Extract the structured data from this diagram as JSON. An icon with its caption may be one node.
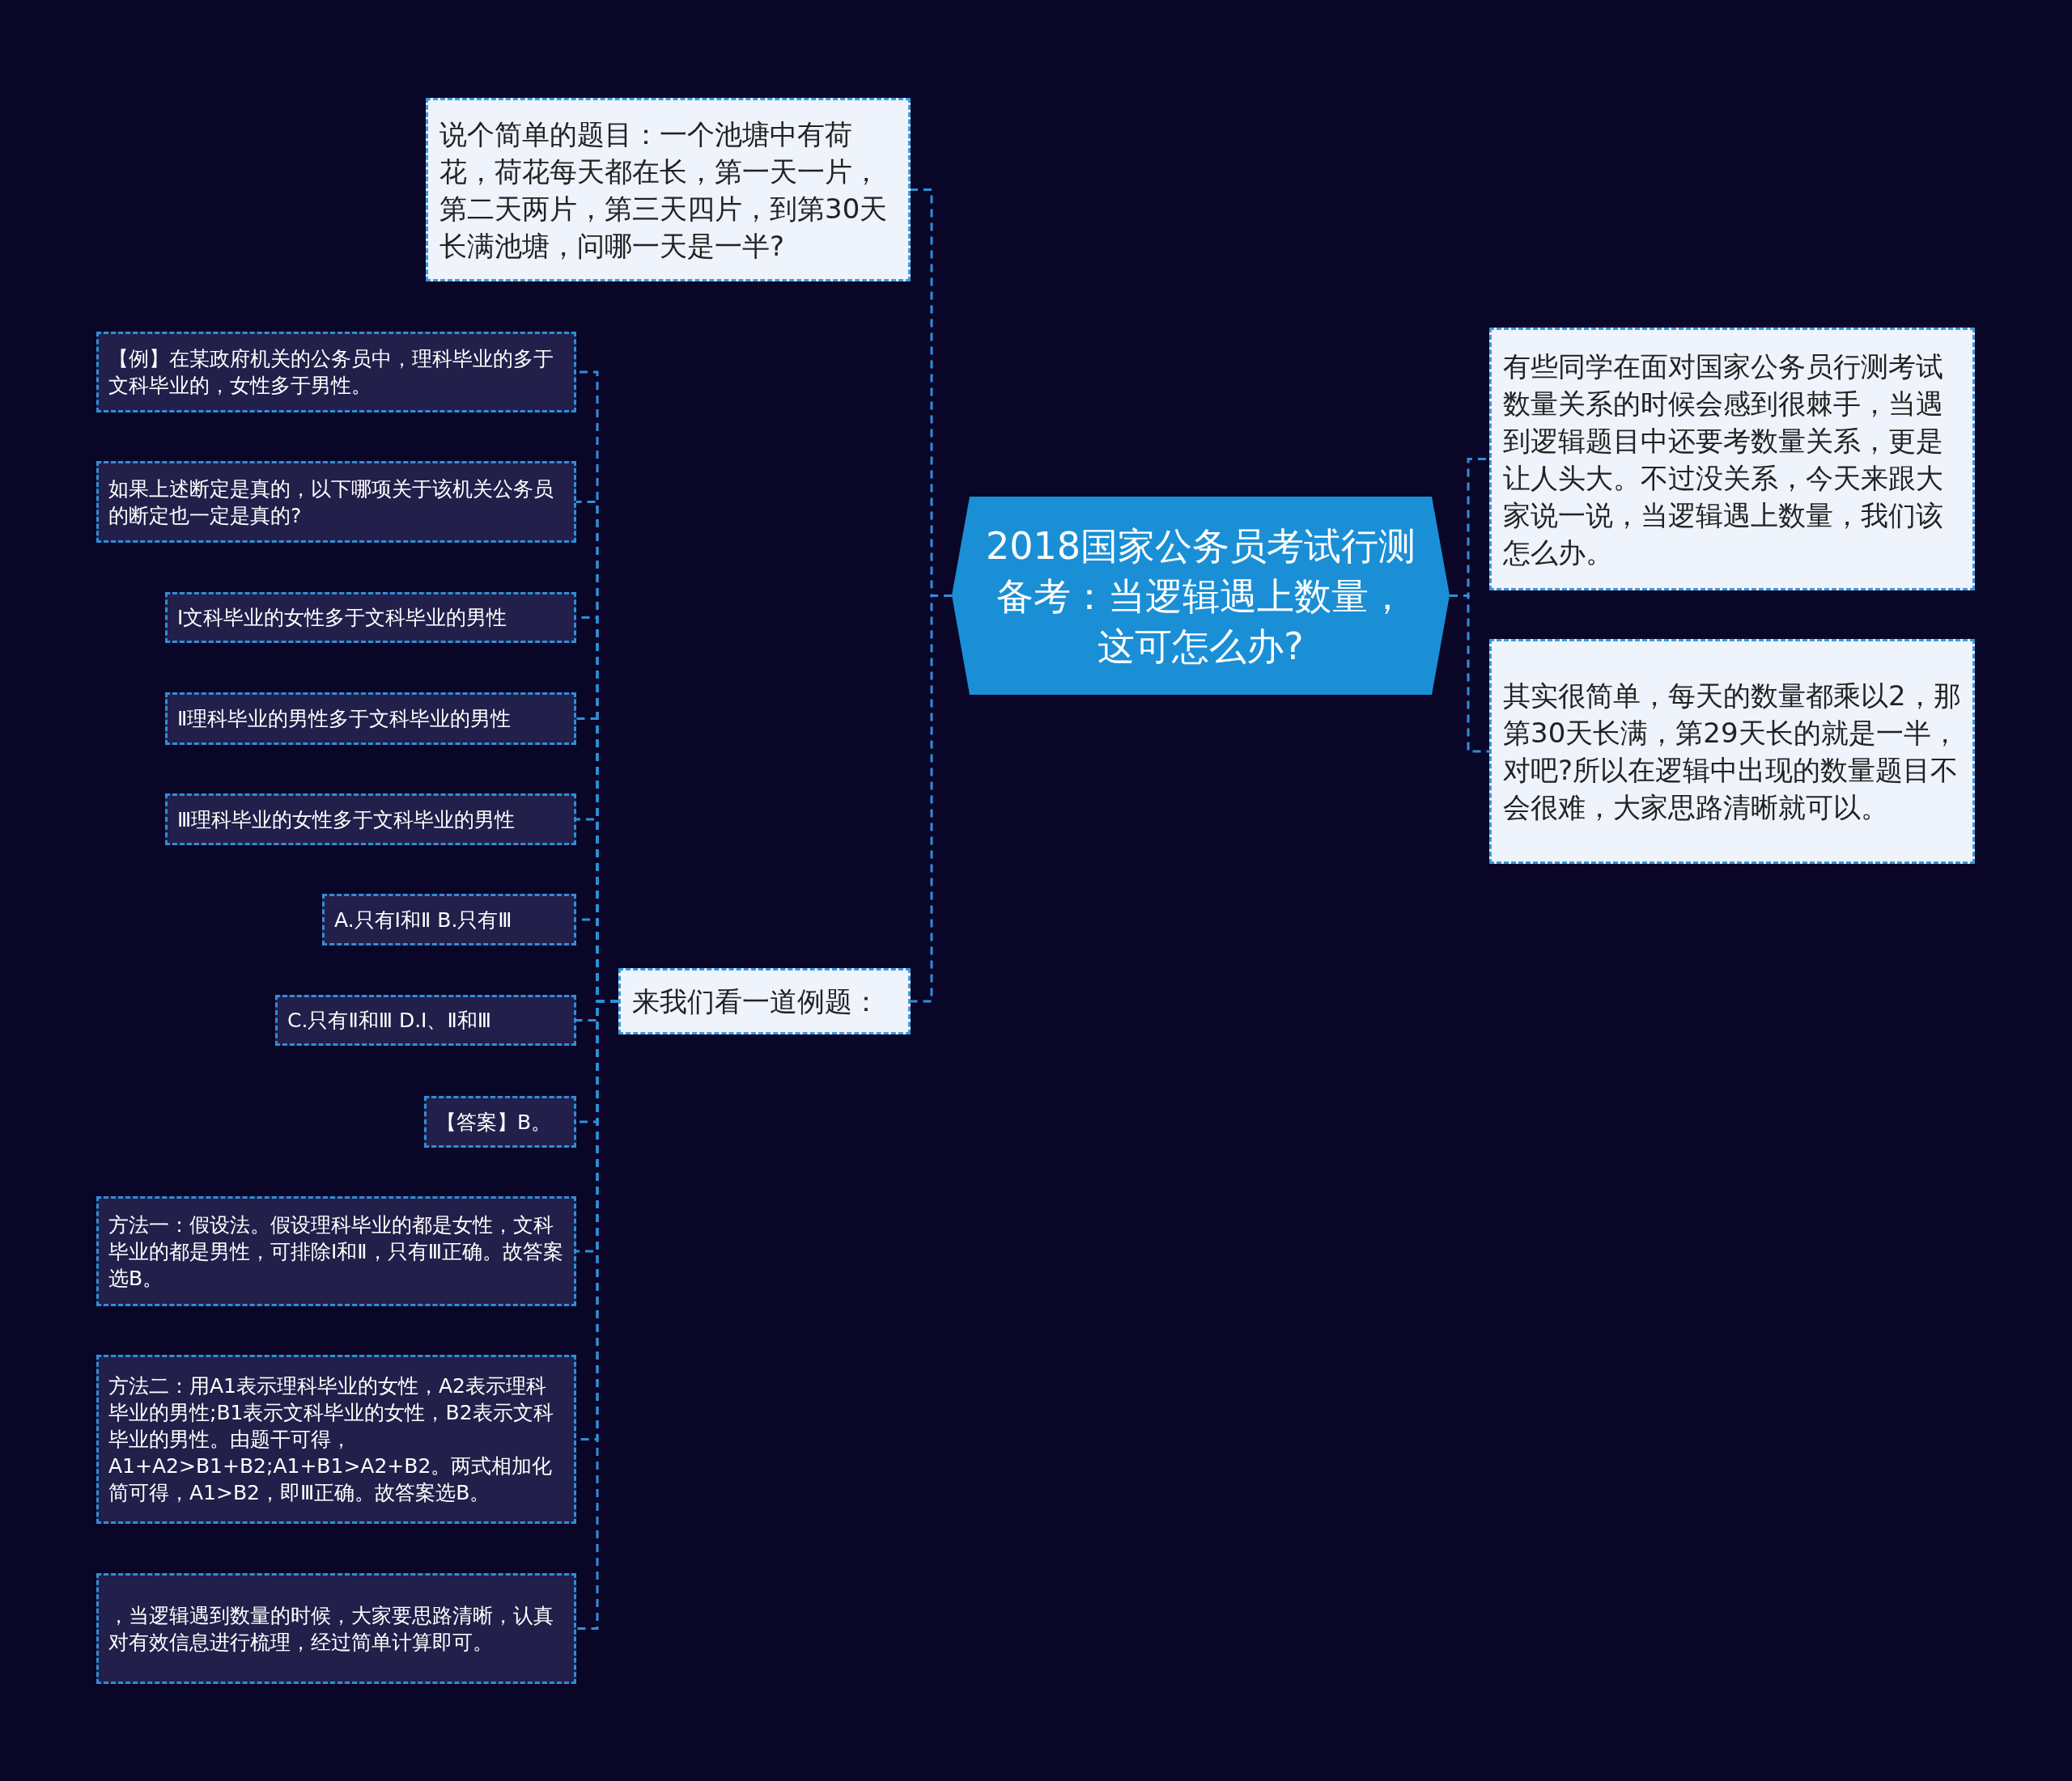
{
  "diagram": {
    "nodes": [
      {
        "text": [
          "2018国家公务员考试行测备考：当逻辑遇上数量，这可怎么办?"
        ]
      },
      {
        "text": [
          "说个简单的题目：一个池塘中有荷花，荷花每天都在长，第一天一片，第二天两片，第三天四片，到第30天长满池塘，问哪一天是一半?"
        ]
      },
      {
        "text": [
          "来我们看一道例题："
        ]
      },
      {
        "text": [
          "【例】在某政府机关的公务员中，理科毕业的多于文科毕业的，女性多于男性。"
        ]
      },
      {
        "text": [
          "如果上述断定是真的，以下哪项关于该机关公务员的断定也一定是真的?"
        ]
      },
      {
        "text": [
          "Ⅰ文科毕业的女性多于文科毕业的男性"
        ]
      },
      {
        "text": [
          "Ⅱ理科毕业的男性多于文科毕业的男性"
        ]
      },
      {
        "text": [
          "Ⅲ理科毕业的女性多于文科毕业的男性"
        ]
      },
      {
        "text": [
          "A.只有Ⅰ和Ⅱ B.只有Ⅲ"
        ]
      },
      {
        "text": [
          "C.只有Ⅱ和Ⅲ D.Ⅰ、Ⅱ和Ⅲ"
        ]
      },
      {
        "text": [
          "【答案】B。"
        ]
      },
      {
        "text": [
          "方法一：假设法。假设理科毕业的都是女性，文科毕业的都是男性，可排除Ⅰ和Ⅱ，只有Ⅲ正确。故答案选B。"
        ]
      },
      {
        "text": [
          "方法二：用A1表示理科毕业的女性，A2表示理科毕业的男性;B1表示文科毕业的女性，B2表示文科毕业的男性。由题干可得，A1+A2>B1+B2;A1+B1>A2+B2。两式相加化简可得，A1>B2，即Ⅲ正确。故答案选B。"
        ]
      },
      {
        "text": [
          "，当逻辑遇到数量的时候，大家要思路清晰，认真对有效信息进行梳理，经过简单计算即可。"
        ]
      },
      {
        "text": [
          "有些同学在面对国家公务员行测考试数量关系的时候会感到很棘手，当遇到逻辑题目中还要考数量关系，更是让人头大。不过没关系，今天来跟大家说一说，当逻辑遇上数量，我们该怎么办。"
        ]
      },
      {
        "text": [
          "其实很简单，每天的数量都乘以2，那第30天长满，第29天长的就是一半，对吧?所以在逻辑中出现的数量题目不会很难，大家思路清晰就可以。"
        ]
      }
    ],
    "edges": [
      {
        "from": 0,
        "to": 1,
        "arrow": "none",
        "style": "dashed"
      },
      {
        "from": 0,
        "to": 2,
        "arrow": "none",
        "style": "dashed"
      },
      {
        "from": 2,
        "to": 3,
        "arrow": "none",
        "style": "dashed"
      },
      {
        "from": 2,
        "to": 4,
        "arrow": "none",
        "style": "dashed"
      },
      {
        "from": 2,
        "to": 5,
        "arrow": "none",
        "style": "dashed"
      },
      {
        "from": 2,
        "to": 6,
        "arrow": "none",
        "style": "dashed"
      },
      {
        "from": 2,
        "to": 7,
        "arrow": "none",
        "style": "dashed"
      },
      {
        "from": 2,
        "to": 8,
        "arrow": "none",
        "style": "dashed"
      },
      {
        "from": 2,
        "to": 9,
        "arrow": "none",
        "style": "dashed"
      },
      {
        "from": 2,
        "to": 10,
        "arrow": "none",
        "style": "dashed"
      },
      {
        "from": 2,
        "to": 11,
        "arrow": "none",
        "style": "dashed"
      },
      {
        "from": 2,
        "to": 12,
        "arrow": "none",
        "style": "dashed"
      },
      {
        "from": 2,
        "to": 13,
        "arrow": "none",
        "style": "dashed"
      },
      {
        "from": 0,
        "to": 14,
        "arrow": "none",
        "style": "dashed"
      },
      {
        "from": 0,
        "to": 15,
        "arrow": "none",
        "style": "dashed"
      }
    ]
  }
}
